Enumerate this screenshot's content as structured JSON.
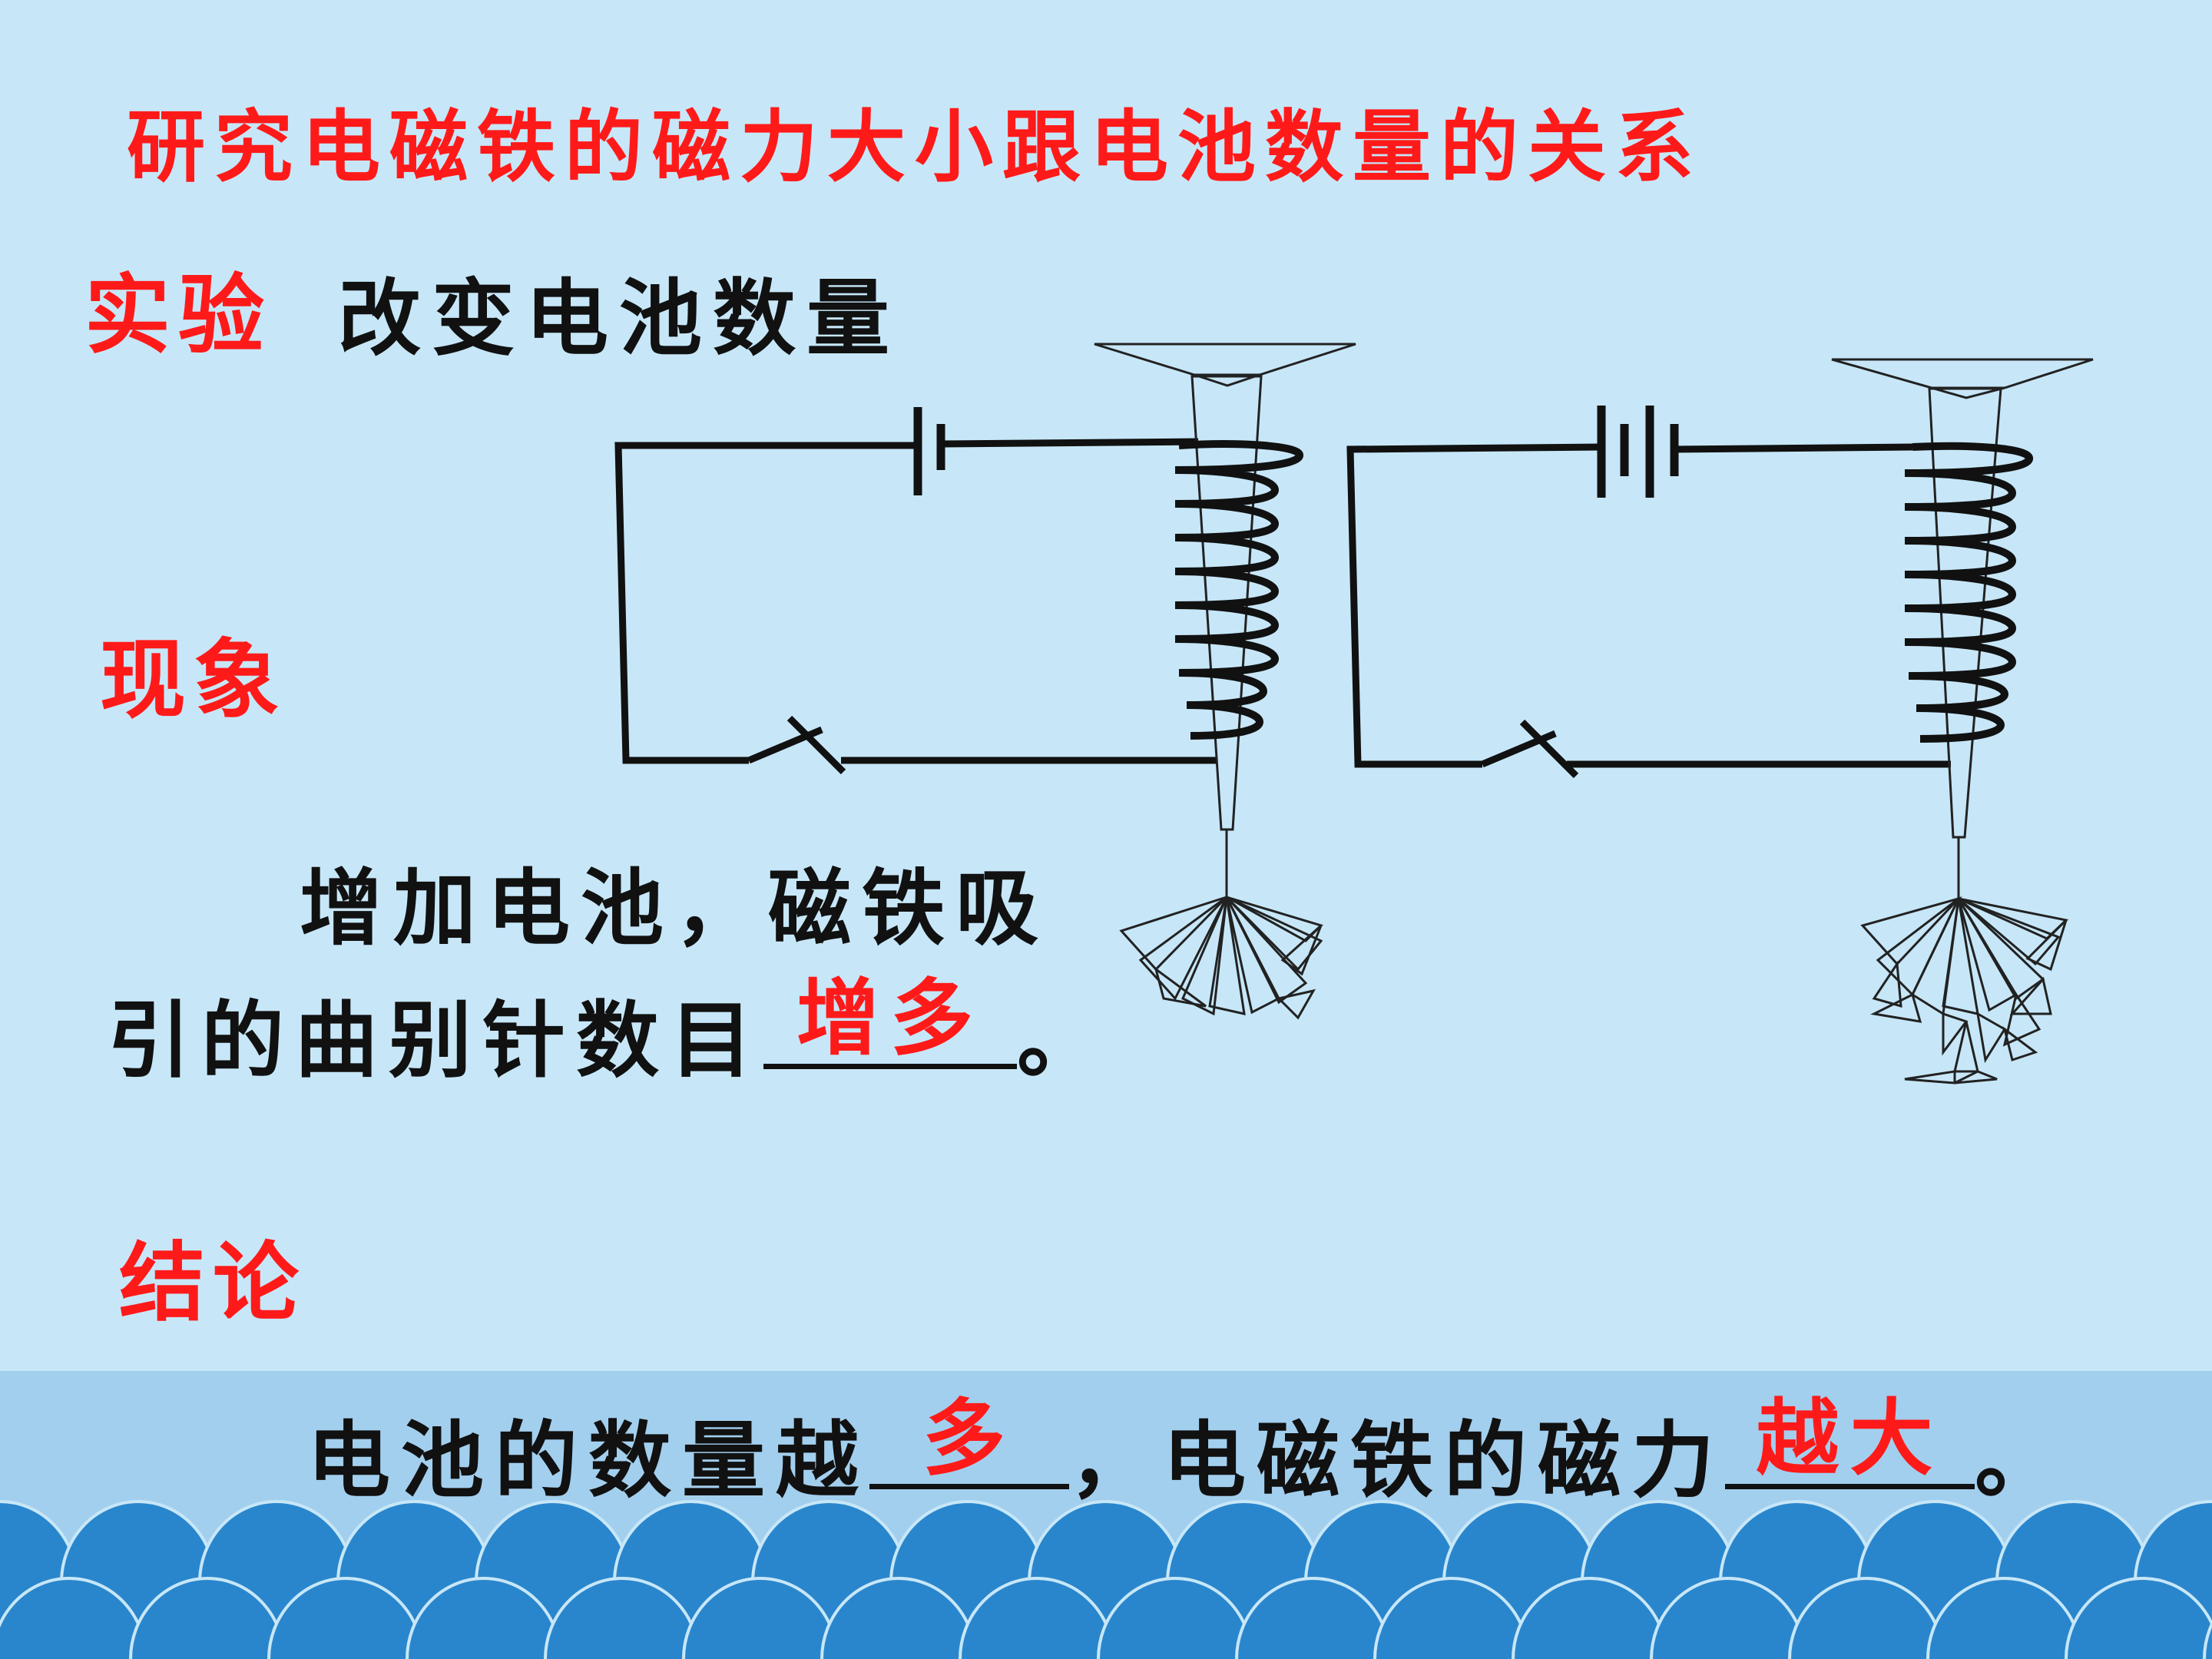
{
  "title": "研究电磁铁的磁力大小跟电池数量的关系",
  "experiment": {
    "label": "实验",
    "text": "改变电池数量"
  },
  "phenomenon": {
    "label": "现象",
    "line1": "增加电池，磁铁吸",
    "line2_prefix": "引的曲别针数目",
    "answer": "增多",
    "line2_suffix": "。"
  },
  "conclusion": {
    "label": "结论",
    "prefix": "电池的数量越",
    "answer1": "多",
    "middle": "，电磁铁的磁力",
    "answer2": "越大",
    "suffix": "。"
  },
  "diagram": {
    "circuits": [
      {
        "battery_cells": 1
      },
      {
        "battery_cells": 2
      }
    ]
  },
  "colors": {
    "background": "#c7e7f8",
    "band": "#a3cfee",
    "wave": "#2a86cc",
    "accent_red": "#ff1a1a",
    "text": "#111111"
  }
}
